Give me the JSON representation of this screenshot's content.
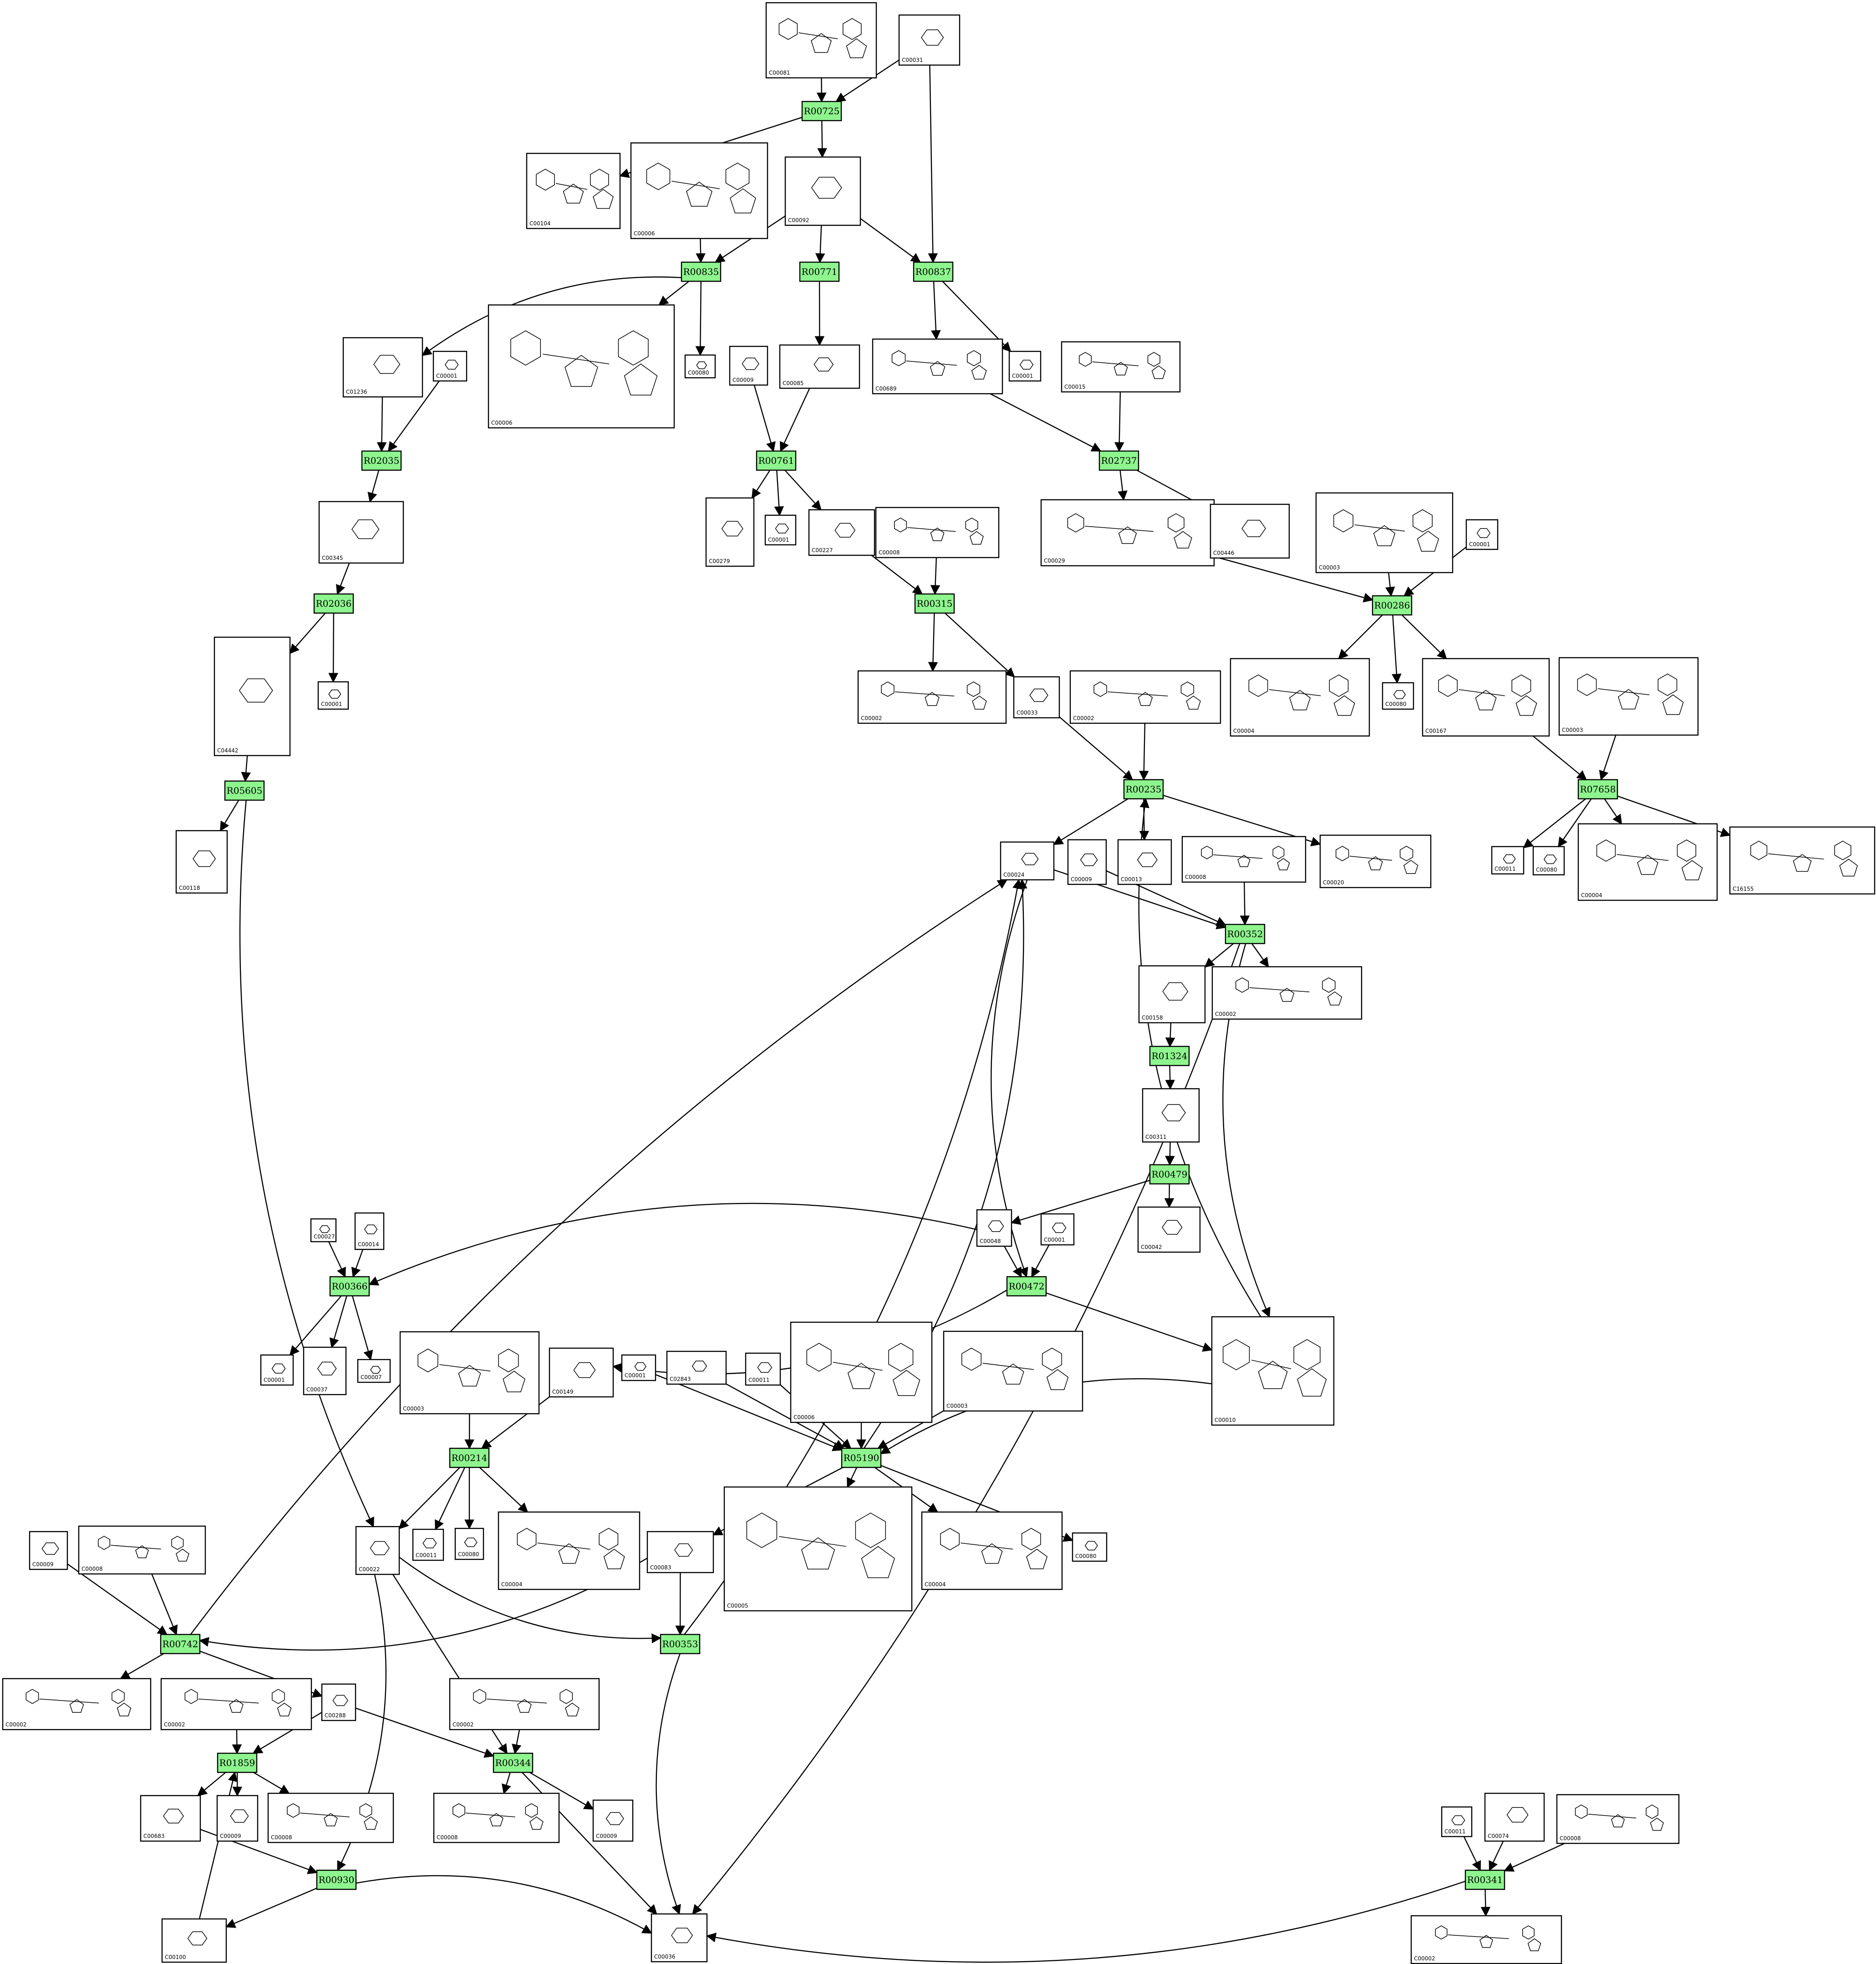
{
  "reactions": [
    {
      "id": "r-R00725",
      "label": "R00725"
    },
    {
      "id": "r-R00835",
      "label": "R00835"
    },
    {
      "id": "r-R00771",
      "label": "R00771"
    },
    {
      "id": "r-R00837",
      "label": "R00837"
    },
    {
      "id": "r-R02035",
      "label": "R02035"
    },
    {
      "id": "r-R00761",
      "label": "R00761"
    },
    {
      "id": "r-R02737",
      "label": "R02737"
    },
    {
      "id": "r-R02036",
      "label": "R02036"
    },
    {
      "id": "r-R00315",
      "label": "R00315"
    },
    {
      "id": "r-R00286",
      "label": "R00286"
    },
    {
      "id": "r-R05605",
      "label": "R05605"
    },
    {
      "id": "r-R00235",
      "label": "R00235"
    },
    {
      "id": "r-R07658",
      "label": "R07658"
    },
    {
      "id": "r-R00352",
      "label": "R00352"
    },
    {
      "id": "r-R01324",
      "label": "R01324"
    },
    {
      "id": "r-R00479",
      "label": "R00479"
    },
    {
      "id": "r-R00366",
      "label": "R00366"
    },
    {
      "id": "r-R00472",
      "label": "R00472"
    },
    {
      "id": "r-R00214",
      "label": "R00214"
    },
    {
      "id": "r-R05190",
      "label": "R05190"
    },
    {
      "id": "r-R00742",
      "label": "R00742"
    },
    {
      "id": "r-R00353",
      "label": "R00353"
    },
    {
      "id": "r-R01859",
      "label": "R01859"
    },
    {
      "id": "r-R00344",
      "label": "R00344"
    },
    {
      "id": "r-R00930",
      "label": "R00930"
    },
    {
      "id": "r-R00341",
      "label": "R00341"
    }
  ],
  "compounds": [
    {
      "id": "c-top-C00081",
      "label": "C00081"
    },
    {
      "id": "c-top-C00031",
      "label": "C00031"
    },
    {
      "id": "c-C00104",
      "label": "C00104"
    },
    {
      "id": "c-C00006-a",
      "label": "C00006"
    },
    {
      "id": "c-C00092",
      "label": "C00092"
    },
    {
      "id": "c-C01236",
      "label": "C01236"
    },
    {
      "id": "c-C00001-a",
      "label": "C00001"
    },
    {
      "id": "c-C00006-b",
      "label": "C00006"
    },
    {
      "id": "c-C00080-a",
      "label": "C00080"
    },
    {
      "id": "c-C00009-a",
      "label": "C00009"
    },
    {
      "id": "c-C00085",
      "label": "C00085"
    },
    {
      "id": "c-C00689",
      "label": "C00689"
    },
    {
      "id": "c-C00001-b",
      "label": "C00001"
    },
    {
      "id": "c-C00015",
      "label": "C00015"
    },
    {
      "id": "c-C00345",
      "label": "C00345"
    },
    {
      "id": "c-C00279",
      "label": "C00279"
    },
    {
      "id": "c-C00001-c",
      "label": "C00001"
    },
    {
      "id": "c-C00227",
      "label": "C00227"
    },
    {
      "id": "c-C00008-a",
      "label": "C00008"
    },
    {
      "id": "c-C00029",
      "label": "C00029"
    },
    {
      "id": "c-C00446",
      "label": "C00446"
    },
    {
      "id": "c-C00003-a",
      "label": "C00003"
    },
    {
      "id": "c-C00001-d",
      "label": "C00001"
    },
    {
      "id": "c-C00001-e",
      "label": "C00001"
    },
    {
      "id": "c-C04442",
      "label": "C04442"
    },
    {
      "id": "c-C00002-a",
      "label": "C00002"
    },
    {
      "id": "c-C00033",
      "label": "C00033"
    },
    {
      "id": "c-C00002-b",
      "label": "C00002"
    },
    {
      "id": "c-C00004-a",
      "label": "C00004"
    },
    {
      "id": "c-C00080-b",
      "label": "C00080"
    },
    {
      "id": "c-C00167",
      "label": "C00167"
    },
    {
      "id": "c-C00003-b",
      "label": "C00003"
    },
    {
      "id": "c-C00118",
      "label": "C00118"
    },
    {
      "id": "c-C00024",
      "label": "C00024"
    },
    {
      "id": "c-C00009-b",
      "label": "C00009"
    },
    {
      "id": "c-C00013",
      "label": "C00013"
    },
    {
      "id": "c-C00008-b",
      "label": "C00008"
    },
    {
      "id": "c-C00020",
      "label": "C00020"
    },
    {
      "id": "c-C00011-a",
      "label": "C00011"
    },
    {
      "id": "c-C00080-c",
      "label": "C00080"
    },
    {
      "id": "c-C00004-b",
      "label": "C00004"
    },
    {
      "id": "c-C16155",
      "label": "C16155"
    },
    {
      "id": "c-C00158",
      "label": "C00158"
    },
    {
      "id": "c-C00002-c",
      "label": "C00002"
    },
    {
      "id": "c-C00311",
      "label": "C00311"
    },
    {
      "id": "c-C00042",
      "label": "C00042"
    },
    {
      "id": "c-C00027",
      "label": "C00027"
    },
    {
      "id": "c-C00014",
      "label": "C00014"
    },
    {
      "id": "c-C00048",
      "label": "C00048"
    },
    {
      "id": "c-C00001-f",
      "label": "C00001"
    },
    {
      "id": "c-C00001-g",
      "label": "C00001"
    },
    {
      "id": "c-C00037",
      "label": "C00037"
    },
    {
      "id": "c-C00007",
      "label": "C00007"
    },
    {
      "id": "c-C00003-c",
      "label": "C00003"
    },
    {
      "id": "c-C00149",
      "label": "C00149"
    },
    {
      "id": "c-C00001-h",
      "label": "C00001"
    },
    {
      "id": "c-C02843",
      "label": "C02843"
    },
    {
      "id": "c-C00011-b",
      "label": "C00011"
    },
    {
      "id": "c-C00006-c",
      "label": "C00006"
    },
    {
      "id": "c-C00003-d",
      "label": "C00003"
    },
    {
      "id": "c-C00010",
      "label": "C00010"
    },
    {
      "id": "c-C00009-c",
      "label": "C00009"
    },
    {
      "id": "c-C00008-c",
      "label": "C00008"
    },
    {
      "id": "c-C00022",
      "label": "C00022"
    },
    {
      "id": "c-C00011-c",
      "label": "C00011"
    },
    {
      "id": "c-C00080-d",
      "label": "C00080"
    },
    {
      "id": "c-C00004-c",
      "label": "C00004"
    },
    {
      "id": "c-C00083",
      "label": "C00083"
    },
    {
      "id": "c-C00005",
      "label": "C00005"
    },
    {
      "id": "c-C00004-d",
      "label": "C00004"
    },
    {
      "id": "c-C00080-e",
      "label": "C00080"
    },
    {
      "id": "c-C00002-d",
      "label": "C00002"
    },
    {
      "id": "c-C00002-e",
      "label": "C00002"
    },
    {
      "id": "c-C00288",
      "label": "C00288"
    },
    {
      "id": "c-C00002-f",
      "label": "C00002"
    },
    {
      "id": "c-C00683",
      "label": "C00683"
    },
    {
      "id": "c-C00009-d",
      "label": "C00009"
    },
    {
      "id": "c-C00008-d",
      "label": "C00008"
    },
    {
      "id": "c-C00008-e",
      "label": "C00008"
    },
    {
      "id": "c-C00009-e",
      "label": "C00009"
    },
    {
      "id": "c-C00100",
      "label": "C00100"
    },
    {
      "id": "c-C00036",
      "label": "C00036"
    },
    {
      "id": "c-C00011-d",
      "label": "C00011"
    },
    {
      "id": "c-C00074",
      "label": "C00074"
    },
    {
      "id": "c-C00008-f",
      "label": "C00008"
    },
    {
      "id": "c-C00002-g",
      "label": "C00002"
    }
  ]
}
